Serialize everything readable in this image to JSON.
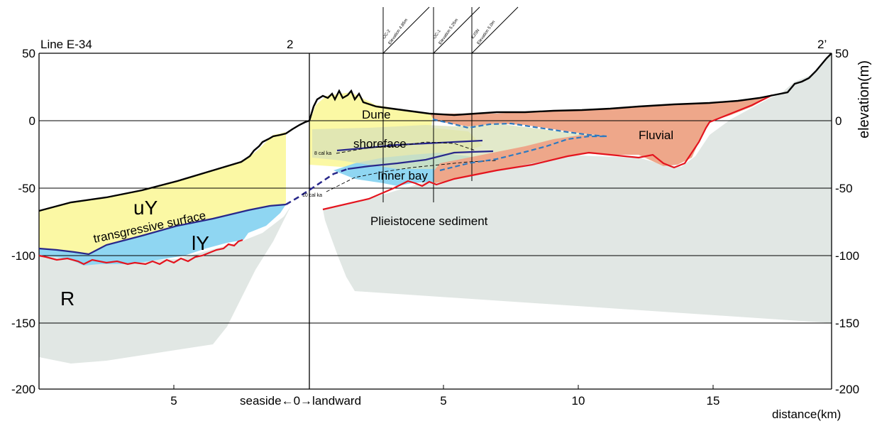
{
  "figure": {
    "line_label": "Line E-34",
    "section_start": "2",
    "section_end": "2’",
    "y_axis_label": "elevation(m)",
    "x_axis_label": "distance(km)",
    "origin_label": "seaside←0→landward"
  },
  "y_ticks": [
    "50",
    "0",
    "-50",
    "-100",
    "-150",
    "-200"
  ],
  "x_ticks_seaside": [
    "5"
  ],
  "x_ticks_landward": [
    "5",
    "10",
    "15"
  ],
  "units": {
    "dune": "Dune",
    "shoreface": "shoreface",
    "inner_bay": "Inner bay",
    "fluvial": "Fluvial",
    "uY": "uY",
    "lY": "lY",
    "R": "R",
    "transgressive_surface": "transgressive surface",
    "pleistocene": "Plieistocene sediment"
  },
  "ages": {
    "age_8": "8 cal ka",
    "age_10": "10 cal ka"
  },
  "boreholes": [
    {
      "name": "OC-2",
      "elevation": "Elevation 4.85m"
    },
    {
      "name": "OC-1",
      "elevation": "Elevation 5.25m"
    },
    {
      "name": "KJSN",
      "elevation": "Elevation 5.0m"
    }
  ],
  "colors": {
    "holocene_yellow": "#fbf8a4",
    "bay_blue": "#8fd6f2",
    "fluvial_orange": "#eea78a",
    "basement_grey": "#e1e7e4",
    "erosion_red": "#e4141e",
    "surface_navy": "#28278a",
    "dashed_blue": "#2f7ac0"
  }
}
